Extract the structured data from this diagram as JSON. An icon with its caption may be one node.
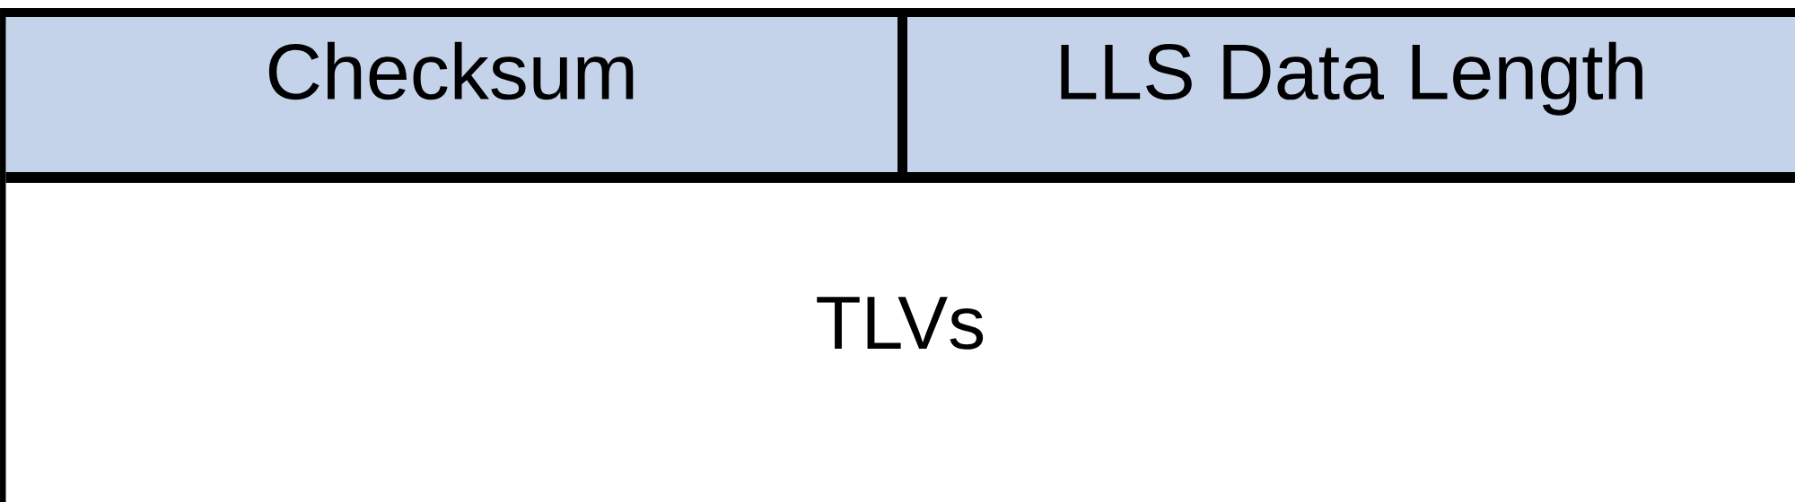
{
  "diagram": {
    "nodes": [
      {
        "text": [
          "Checksum"
        ]
      },
      {
        "text": [
          "LLS Data Length"
        ]
      },
      {
        "text": [
          "TLVs"
        ]
      }
    ]
  }
}
